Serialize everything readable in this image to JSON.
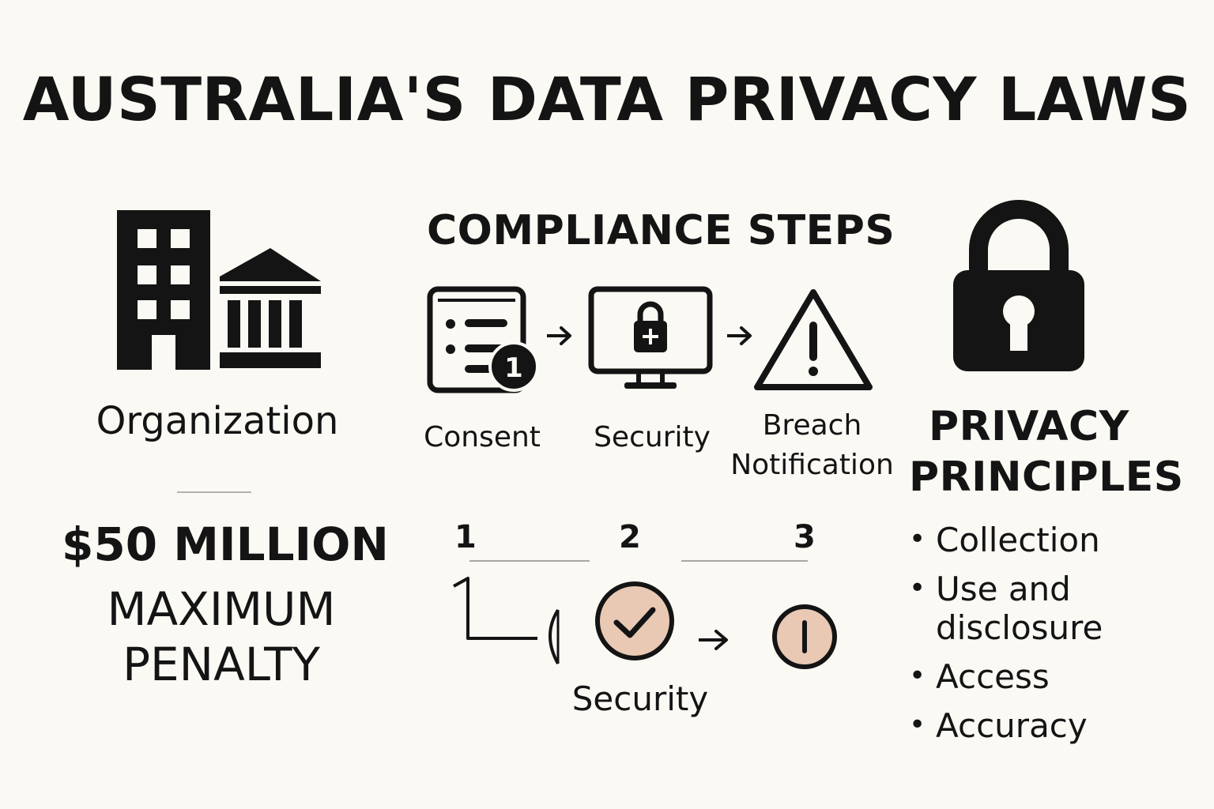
{
  "title": "AUSTRALIA'S DATA PRIVACY LAWS",
  "organization": {
    "label": "Organization",
    "icon": "building-icon"
  },
  "penalty": {
    "amount": "$50 MILLION",
    "line1": "MAXIMUM",
    "line2": "PENALTY"
  },
  "compliance": {
    "heading": "COMPLIANCE STEPS",
    "steps": [
      {
        "label": "Consent",
        "icon": "document-list-icon"
      },
      {
        "label": "Security",
        "icon": "monitor-lock-icon"
      },
      {
        "label_line1": "Breach",
        "label_line2": "Notification",
        "icon": "warning-icon"
      }
    ],
    "step_numbers": [
      "1",
      "2",
      "3"
    ],
    "bottom_label": "Security"
  },
  "privacy": {
    "heading_line1": "PRIVACY",
    "heading_line2": "PRINCIPLES",
    "icon": "padlock-icon",
    "items": [
      "Collection",
      "Use and disclosure",
      "Access",
      "Accuracy"
    ]
  },
  "colors": {
    "background": "#fbf9f4",
    "ink": "#141414",
    "accent_fill": "#e9c9b4"
  }
}
